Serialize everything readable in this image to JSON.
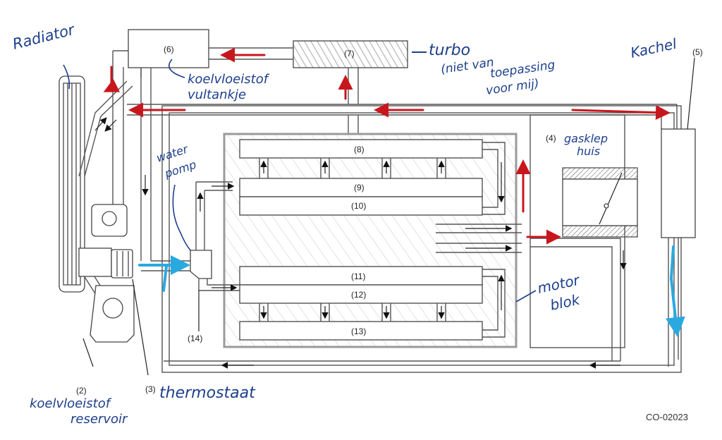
{
  "diagram": {
    "code": "CO-02023",
    "numbers": {
      "n2": "(2)",
      "n3": "(3)",
      "n4": "(4)",
      "n5": "(5)",
      "n6": "(6)",
      "n7": "(7)",
      "n8": "(8)",
      "n9": "(9)",
      "n10": "(10)",
      "n11": "(11)",
      "n12": "(12)",
      "n13": "(13)",
      "n14": "(14)"
    },
    "handwritten": {
      "radiator": "Radiator",
      "tank_line1": "koelvloeistof",
      "tank_line2": "vultankje",
      "turbo": "turbo",
      "turbo_note1": "(niet van",
      "turbo_note2": "toepassing",
      "turbo_note3": "voor mij)",
      "kachel": "Kachel",
      "throttle1": "gasklep",
      "throttle2": "huis",
      "pump1": "water",
      "pump2": "pomp",
      "motor1": "motor",
      "motor2": "blok",
      "thermostat": "thermostaat",
      "reservoir1": "koelvloeistof",
      "reservoir2": "reservoir"
    },
    "colors": {
      "hot_arrow": "#c8161d",
      "cold_arrow": "#29a9e0",
      "handwriting": "#1d3f8c",
      "engine_outline": "#9a9a9a"
    }
  }
}
